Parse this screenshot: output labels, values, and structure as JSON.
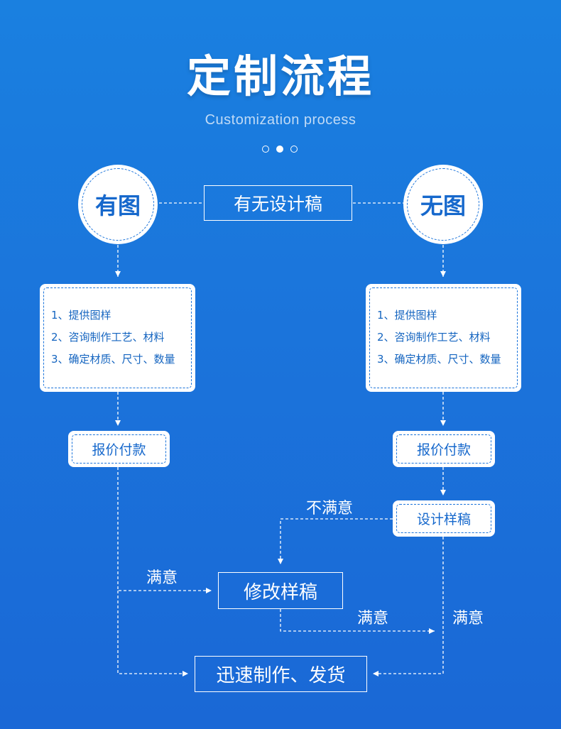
{
  "header": {
    "title": "定制流程",
    "subtitle": "Customization process"
  },
  "flow": {
    "left_circle": "有图",
    "right_circle": "无图",
    "center_question": "有无设计稿",
    "left_steps": [
      "1、提供图样",
      "2、咨询制作工艺、材料",
      "3、确定材质、尺寸、数量"
    ],
    "right_steps": [
      "1、提供图样",
      "2、咨询制作工艺、材料",
      "3、确定材质、尺寸、数量"
    ],
    "left_quote": "报价付款",
    "right_quote": "报价付款",
    "design_sample": "设计样稿",
    "unsatisfied": "不满意",
    "satisfied_left": "满意",
    "revise": "修改样稿",
    "satisfied_mid": "满意",
    "satisfied_right": "满意",
    "final": "迅速制作、发货"
  },
  "colors": {
    "background": "#1b74db",
    "accent_text": "#1668cc",
    "box": "#ffffff"
  }
}
